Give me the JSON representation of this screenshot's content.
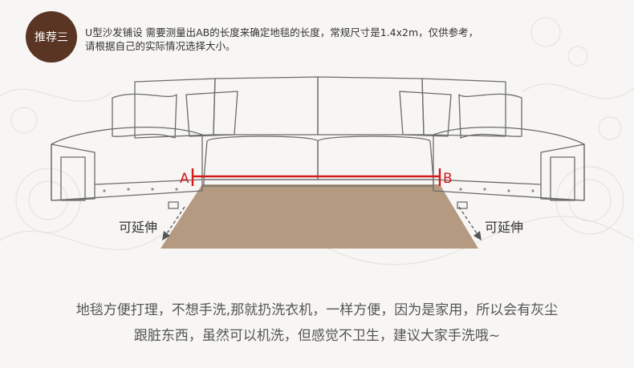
{
  "badge": {
    "label": "推荐三"
  },
  "note": {
    "line1": "U型沙发铺设  需要测量出AB的长度来确定地毯的长度，常规尺寸是1.4x2m，仅供参考，",
    "line2": "请根据自己的实际情况选择大小。"
  },
  "diagram": {
    "point_a": "A",
    "point_b": "B",
    "extend_left": "可延伸",
    "extend_right": "可延伸",
    "measure_color": "#d21a1a",
    "rug_color": "#b49a80"
  },
  "caption": {
    "line1": "地毯方便打理，不想手洗,那就扔洗衣机，一样方便，因为是家用，所以会有灰尘",
    "line2": "跟脏东西，虽然可以机洗，但感觉不卫生，建议大家手洗哦~"
  },
  "colors": {
    "badge_bg": "#5a3524",
    "sofa_stroke": "#6b6b6b"
  }
}
